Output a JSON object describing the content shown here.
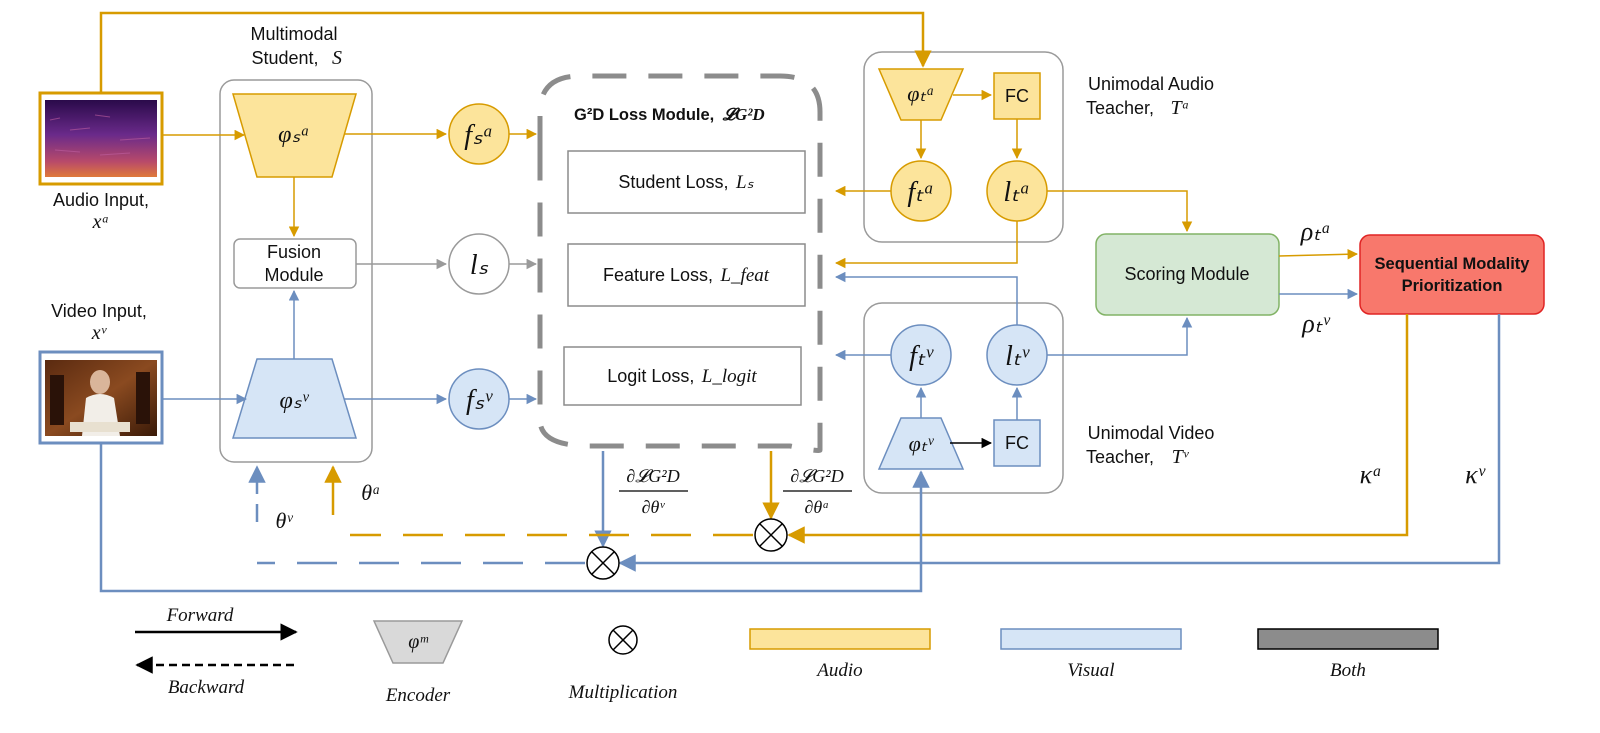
{
  "colors": {
    "audio_fill": "#fce49b",
    "audio_stroke": "#d79b00",
    "visual_fill": "#d6e5f6",
    "visual_stroke": "#6c8ebf",
    "both_fill": "#8c8c8c",
    "gray_stroke": "#9a9a9a",
    "scoring_fill": "#d5e8d4",
    "scoring_stroke": "#82b366",
    "smp_fill": "#f8786c",
    "smp_stroke": "#e02424"
  },
  "inputs": {
    "audio_label": "Audio Input,",
    "audio_sym": "xᵃ",
    "video_label": "Video Input,",
    "video_sym": "xᵛ"
  },
  "student": {
    "title_line1": "Multimodal",
    "title_line2": "Student,",
    "title_sym": "S",
    "enc_audio": "φₛᵃ",
    "enc_visual": "φₛᵛ",
    "fusion_line1": "Fusion",
    "fusion_line2": "Module",
    "feat_audio": "fₛᵃ",
    "logit": "lₛ",
    "feat_visual": "fₛᵛ",
    "theta_a": "θᵃ",
    "theta_v": "θᵛ"
  },
  "loss_module": {
    "title": "G²D Loss Module,",
    "title_sym": "𝓛G²D",
    "student_loss": "Student Loss,",
    "student_loss_sym": "Lₛ",
    "feature_loss": "Feature Loss,",
    "feature_loss_sym": "L_feat",
    "logit_loss": "Logit Loss,",
    "logit_loss_sym": "L_logit",
    "grad_v_num": "∂𝓛G²D",
    "grad_v_den": "∂θᵛ",
    "grad_a_num": "∂𝓛G²D",
    "grad_a_den": "∂θᵃ"
  },
  "audio_teacher": {
    "title_line1": "Unimodal Audio",
    "title_line2": "Teacher,",
    "title_sym": "Tᵃ",
    "enc": "φₜᵃ",
    "fc": "FC",
    "feat": "fₜᵃ",
    "logit": "lₜᵃ"
  },
  "video_teacher": {
    "title_line1": "Unimodal Video",
    "title_line2": "Teacher,",
    "title_sym": "Tᵛ",
    "enc": "φₜᵛ",
    "fc": "FC",
    "feat": "fₜᵛ",
    "logit": "lₜᵛ"
  },
  "scoring": {
    "label": "Scoring Module",
    "rho_a": "ρₜᵃ",
    "rho_v": "ρₜᵛ"
  },
  "smp": {
    "line1": "Sequential Modality",
    "line2": "Prioritization",
    "kappa_a": "κᵃ",
    "kappa_v": "κᵛ"
  },
  "legend": {
    "forward": "Forward",
    "backward": "Backward",
    "encoder_sym": "φᵐ",
    "encoder": "Encoder",
    "multiplication": "Multiplication",
    "audio": "Audio",
    "visual": "Visual",
    "both": "Both"
  }
}
